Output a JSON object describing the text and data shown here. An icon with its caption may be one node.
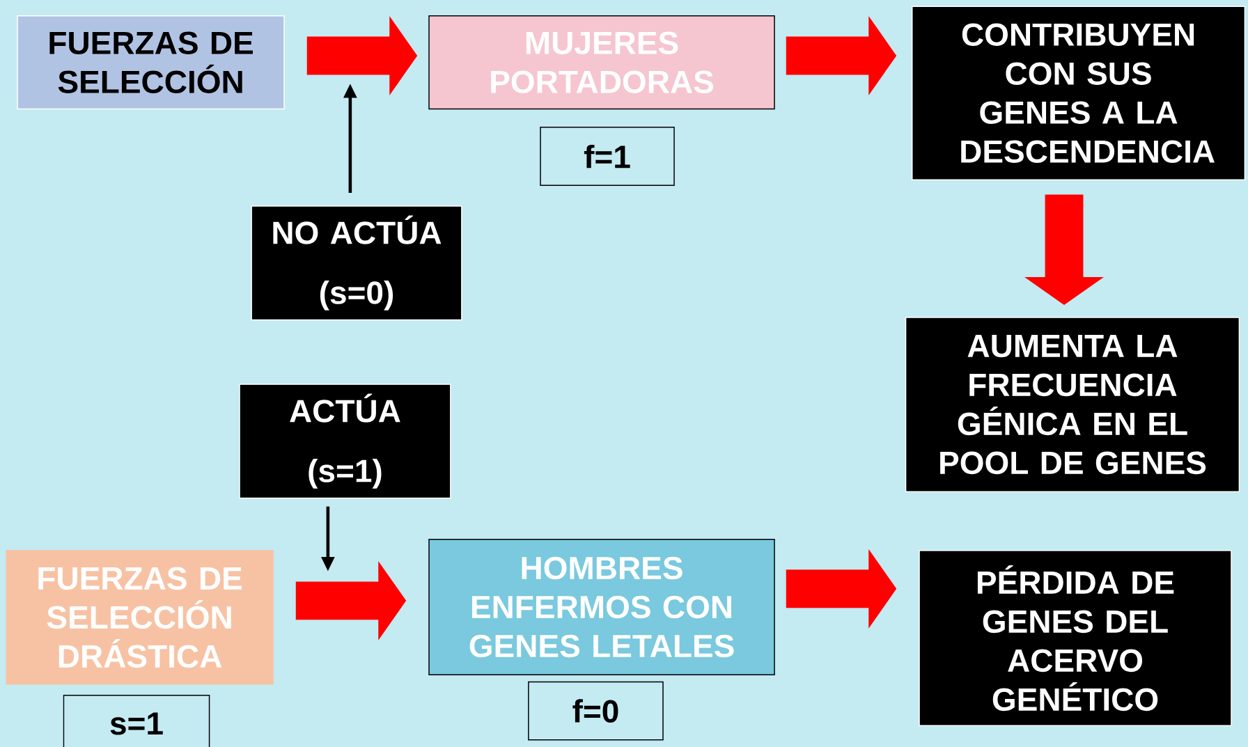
{
  "diagram": {
    "nodes": [
      {
        "text": [
          "FUERZAS DE SELECCIÓN"
        ]
      },
      {
        "text": [
          "MUJERES PORTADORAS"
        ]
      },
      {
        "text": [
          "f=1"
        ]
      },
      {
        "text": [
          "CONTRIBUYEN CON SUS GENES A LA DESCENDENCIA"
        ]
      },
      {
        "text": [
          "NO ACTÚA",
          "(s=0)"
        ]
      },
      {
        "text": [
          "AUMENTA LA FRECUENCIA GÉNICA EN EL POOL DE GENES"
        ]
      },
      {
        "text": [
          "ACTÚA",
          "(s=1)"
        ]
      },
      {
        "text": [
          "FUERZAS DE SELECCIÓN DRÁSTICA"
        ]
      },
      {
        "text": [
          "HOMBRES ENFERMOS CON GENES LETALES"
        ]
      },
      {
        "text": [
          "PÉRDIDA DE GENES DEL ACERVO GENÉTICO"
        ]
      },
      {
        "text": [
          "s=1"
        ]
      },
      {
        "text": [
          "f=0"
        ]
      }
    ],
    "edges": [
      {
        "from": 0,
        "to": 1,
        "arrow": "to"
      },
      {
        "from": 1,
        "to": 3,
        "arrow": "to"
      },
      {
        "from": 3,
        "to": 5,
        "arrow": "to"
      },
      {
        "from": 7,
        "to": 8,
        "arrow": "to"
      },
      {
        "from": 8,
        "to": 9,
        "arrow": "to"
      },
      {
        "from": 4,
        "to": null,
        "arrow": "to",
        "color": "#000000"
      },
      {
        "from": 6,
        "to": null,
        "arrow": "to",
        "color": "#000000"
      }
    ]
  }
}
